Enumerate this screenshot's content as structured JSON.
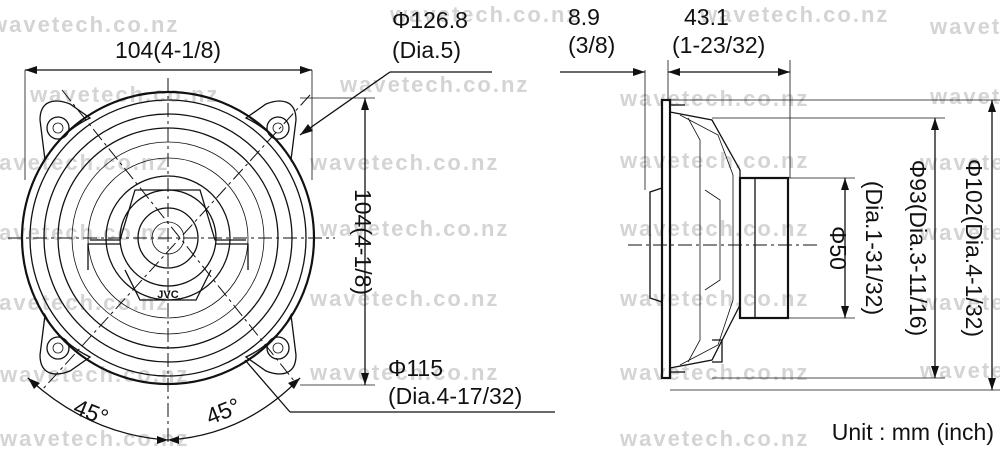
{
  "watermark": "wavetech.co.nz",
  "brand_logo": "JVC",
  "front_view": {
    "width_label": "104(4-1/8)",
    "height_label": "104(4-1/8)",
    "cutout_dia_label": "Φ126.8",
    "cutout_dia_inch": "(Dia.5)",
    "mount_dia_label": "Φ115",
    "mount_dia_inch": "(Dia.4-17/32)",
    "angle_left": "45°",
    "angle_right": "45°"
  },
  "side_view": {
    "flange_depth": "8.9",
    "flange_depth_inch": "(3/8)",
    "mount_depth": "43.1",
    "mount_depth_inch": "(1-23/32)",
    "magnet_dia": "Φ50",
    "magnet_dia_inch": "(Dia.1-31/32)",
    "cone_dia": "Φ93(Dia.3-11/16)",
    "frame_dia": "Φ102(Dia.4-1/32)"
  },
  "unit_label": "Unit : mm (inch)"
}
